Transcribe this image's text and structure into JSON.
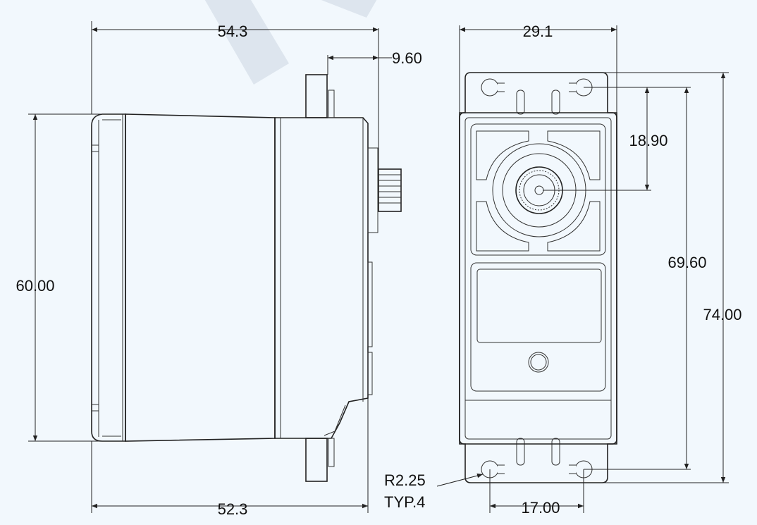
{
  "diagram": {
    "watermark_color": "#dfe6ee",
    "background_color": "#f2f8fd",
    "stroke_color": "#222222",
    "side_view": {
      "overall_length_label": "54.3",
      "flange_to_spline_label": "9.60",
      "height_label": "60.00",
      "case_length_label": "52.3"
    },
    "front_view": {
      "width_label": "29.1",
      "spline_offset_label": "18.90",
      "hole_spacing_label": "69.60",
      "overall_height_label": "74.00",
      "hole_width_label": "17.00",
      "radius_label": "R2.25",
      "radius_note": "TYP.4"
    }
  }
}
